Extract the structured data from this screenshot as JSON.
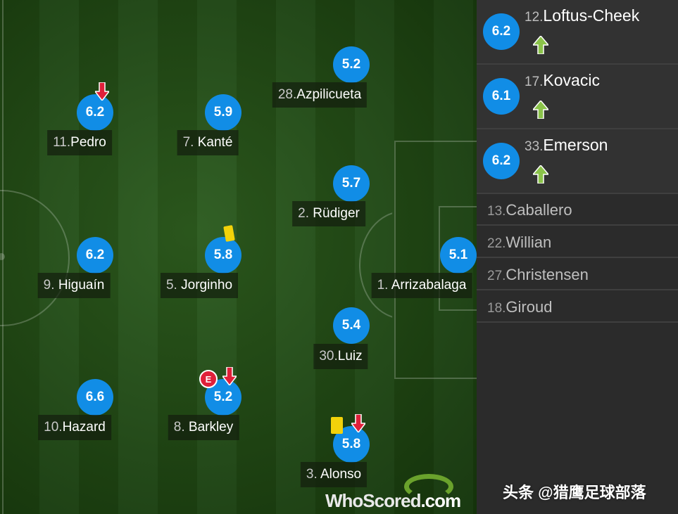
{
  "colors": {
    "rating_bg": "#118de6",
    "sub_in_arrow": "#8bc34a",
    "sub_out_arrow": "#e0203a",
    "yellow_card": "#f2d20a"
  },
  "players": [
    {
      "id": "pedro",
      "number": "11.",
      "name": "Pedro",
      "rating": "6.2",
      "icons": [
        "sub-out-arrow"
      ]
    },
    {
      "id": "kante",
      "number": "7.",
      "name": "Kanté",
      "rating": "5.9",
      "icons": []
    },
    {
      "id": "azpilicueta",
      "number": "28.",
      "name": "Azpilicueta",
      "rating": "5.2",
      "icons": []
    },
    {
      "id": "rudiger",
      "number": "2.",
      "name": "Rüdiger",
      "rating": "5.7",
      "icons": []
    },
    {
      "id": "higuain",
      "number": "9.",
      "name": "Higuaín",
      "rating": "6.2",
      "icons": []
    },
    {
      "id": "jorginho",
      "number": "5.",
      "name": "Jorginho",
      "rating": "5.8",
      "icons": [
        "yellow-card"
      ]
    },
    {
      "id": "arrizabalaga",
      "number": "1.",
      "name": "Arrizabalaga",
      "rating": "5.1",
      "icons": []
    },
    {
      "id": "luiz",
      "number": "30.",
      "name": "Luiz",
      "rating": "5.4",
      "icons": []
    },
    {
      "id": "hazard",
      "number": "10.",
      "name": "Hazard",
      "rating": "6.6",
      "icons": []
    },
    {
      "id": "barkley",
      "number": "8.",
      "name": "Barkley",
      "rating": "5.2",
      "icons": [
        "error-badge",
        "sub-out-arrow"
      ]
    },
    {
      "id": "alonso",
      "number": "3.",
      "name": "Alonso",
      "rating": "5.8",
      "icons": [
        "yellow-card",
        "sub-out-arrow"
      ]
    }
  ],
  "error_badge_letter": "E",
  "substitutes_used": [
    {
      "number": "12.",
      "name": "Loftus-Cheek",
      "rating": "6.2",
      "icon": "sub-in-arrow"
    },
    {
      "number": "17.",
      "name": "Kovacic",
      "rating": "6.1",
      "icon": "sub-in-arrow"
    },
    {
      "number": "33.",
      "name": "Emerson",
      "rating": "6.2",
      "icon": "sub-in-arrow"
    }
  ],
  "substitutes_unused": [
    {
      "number": "13.",
      "name": "Caballero"
    },
    {
      "number": "22.",
      "name": "Willian"
    },
    {
      "number": "27.",
      "name": "Christensen"
    },
    {
      "number": "18.",
      "name": "Giroud"
    }
  ],
  "logo": {
    "text_who": "WhoScored",
    "text_dot": ".com"
  },
  "watermark": "头条 @猎鹰足球部落"
}
